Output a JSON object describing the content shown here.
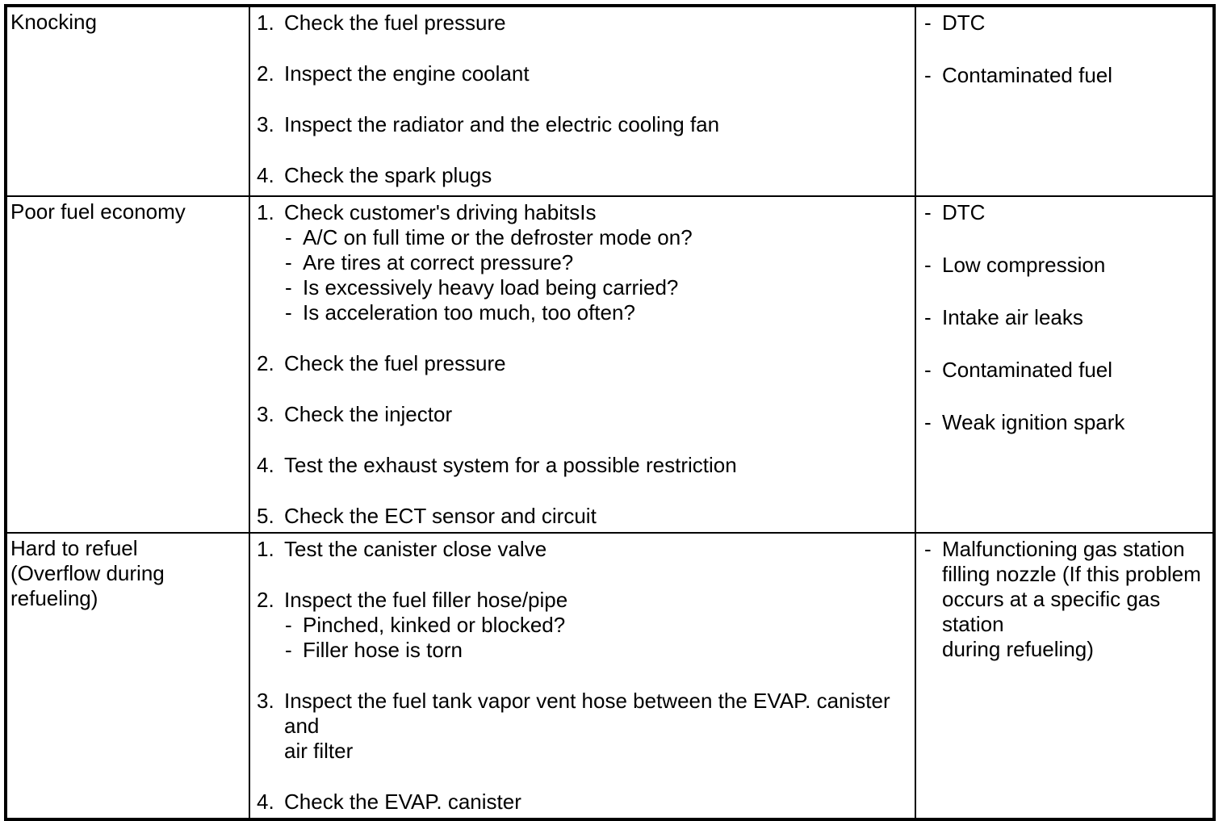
{
  "page": {
    "background_color": "#ffffff",
    "text_color": "#000000",
    "border_color": "#000000",
    "bullet_char": "-"
  },
  "table": {
    "rows": [
      {
        "symptom_lines": [
          "Knocking"
        ],
        "steps": [
          {
            "num": "1.",
            "lines": [
              "Check the fuel pressure"
            ],
            "subs": []
          },
          {
            "num": "2.",
            "lines": [
              "Inspect the engine coolant"
            ],
            "subs": []
          },
          {
            "num": "3.",
            "lines": [
              "Inspect the radiator and the electric cooling fan"
            ],
            "subs": []
          },
          {
            "num": "4.",
            "lines": [
              "Check the spark plugs"
            ],
            "subs": []
          }
        ],
        "causes": [
          {
            "lines": [
              "DTC"
            ]
          },
          {
            "lines": [
              "Contaminated fuel"
            ]
          }
        ]
      },
      {
        "symptom_lines": [
          "Poor fuel economy"
        ],
        "steps": [
          {
            "num": "1.",
            "lines": [
              "Check customer's driving habitsIs"
            ],
            "subs": [
              "A/C on full time or the defroster mode on?",
              "Are tires at correct pressure?",
              "Is excessively heavy load being carried?",
              "Is acceleration too much, too often?"
            ]
          },
          {
            "num": "2.",
            "lines": [
              "Check the fuel pressure"
            ],
            "subs": []
          },
          {
            "num": "3.",
            "lines": [
              "Check the injector"
            ],
            "subs": []
          },
          {
            "num": "4.",
            "lines": [
              "Test the exhaust system for a possible restriction"
            ],
            "subs": []
          },
          {
            "num": "5.",
            "lines": [
              "Check the ECT sensor and circuit"
            ],
            "subs": []
          }
        ],
        "causes": [
          {
            "lines": [
              "DTC"
            ]
          },
          {
            "lines": [
              "Low compression"
            ]
          },
          {
            "lines": [
              "Intake air leaks"
            ]
          },
          {
            "lines": [
              "Contaminated fuel"
            ]
          },
          {
            "lines": [
              "Weak ignition spark"
            ]
          }
        ]
      },
      {
        "symptom_lines": [
          "Hard to refuel",
          "(Overflow during",
          "refueling)"
        ],
        "steps": [
          {
            "num": "1.",
            "lines": [
              "Test the canister close valve"
            ],
            "subs": []
          },
          {
            "num": "2.",
            "lines": [
              "Inspect the fuel filler hose/pipe"
            ],
            "subs": [
              "Pinched, kinked or blocked?",
              "Filler hose is torn"
            ]
          },
          {
            "num": "3.",
            "lines": [
              "Inspect the fuel tank vapor vent hose between the EVAP. canister and",
              "air filter"
            ],
            "subs": []
          },
          {
            "num": "4.",
            "lines": [
              "Check the EVAP. canister"
            ],
            "subs": []
          }
        ],
        "causes": [
          {
            "lines": [
              "Malfunctioning gas station",
              "filling nozzle (If this problem",
              "occurs at a specific gas station",
              "during refueling)"
            ]
          }
        ]
      }
    ]
  }
}
